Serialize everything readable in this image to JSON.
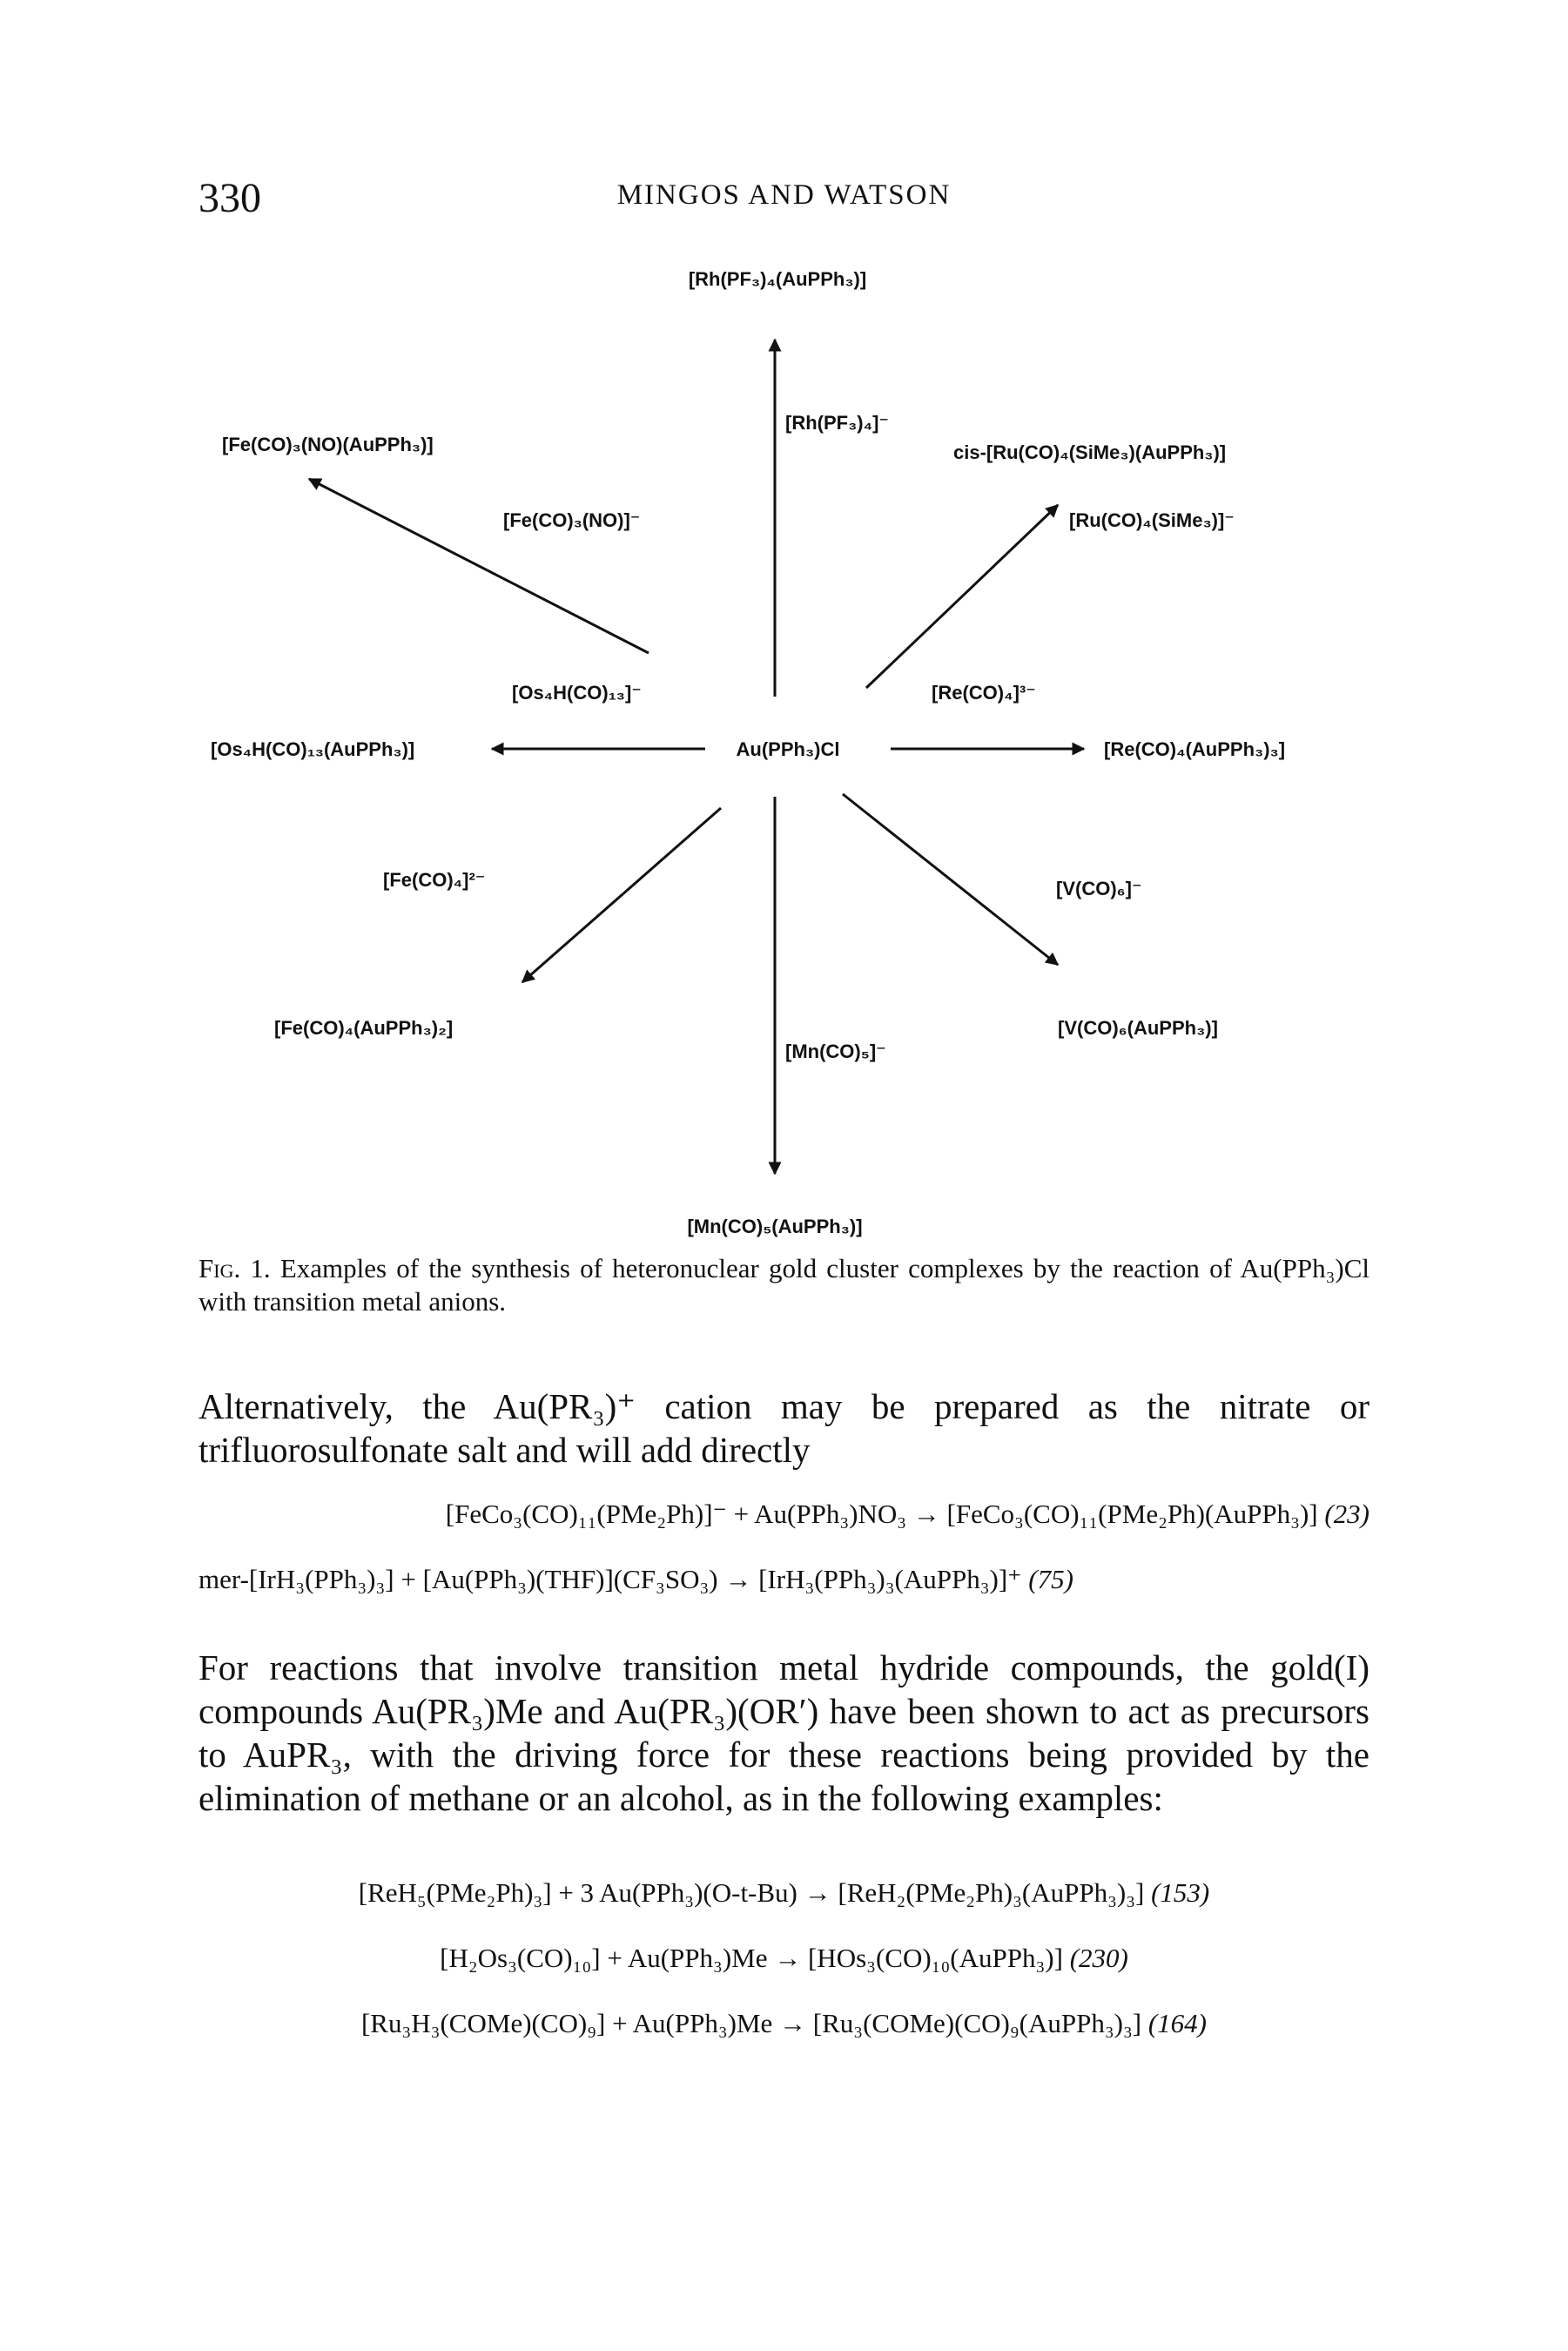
{
  "header": {
    "page_number": "330",
    "running_head": "MINGOS AND WATSON"
  },
  "figure": {
    "center": "Au(PPh₃)Cl",
    "top_product": "[Rh(PF₃)₄(AuPPh₃)]",
    "top_reagent": "[Rh(PF₃)₄]⁻",
    "top_left_product": "[Fe(CO)₃(NO)(AuPPh₃)]",
    "top_left_reagent": "[Fe(CO)₃(NO)]⁻",
    "top_right_product": "cis-[Ru(CO)₄(SiMe₃)(AuPPh₃)]",
    "top_right_reagent": "[Ru(CO)₄(SiMe₃)]⁻",
    "left_product": "[Os₄H(CO)₁₃(AuPPh₃)]",
    "left_reagent": "[Os₄H(CO)₁₃]⁻",
    "right_product": "[Re(CO)₄(AuPPh₃)₃]",
    "right_reagent": "[Re(CO)₄]³⁻",
    "bottom_left_product": "[Fe(CO)₄(AuPPh₃)₂]",
    "bottom_left_reagent": "[Fe(CO)₄]²⁻",
    "bottom_right_product": "[V(CO)₆(AuPPh₃)]",
    "bottom_right_reagent": "[V(CO)₆]⁻",
    "bottom_product": "[Mn(CO)₅(AuPPh₃)]",
    "bottom_reagent": "[Mn(CO)₅]⁻"
  },
  "caption": {
    "label": "Fig. 1.",
    "text": "Examples of the synthesis of heteronuclear gold cluster complexes by the reaction of Au(PPh₃)Cl with transition metal anions."
  },
  "body": {
    "para1": "Alternatively, the Au(PR₃)⁺ cation may be prepared as the nitrate or trifluorosulfonate salt and will add directly",
    "eq1": "[FeCo₃(CO)₁₁(PMe₂Ph)]⁻ + Au(PPh₃)NO₃ → [FeCo₃(CO)₁₁(PMe₂Ph)(AuPPh₃)]",
    "eq1_ref": "(23)",
    "eq2": "mer-[IrH₃(PPh₃)₃] + [Au(PPh₃)(THF)](CF₃SO₃) → [IrH₃(PPh₃)₃(AuPPh₃)]⁺",
    "eq2_ref": "(75)",
    "para2": "For reactions that involve transition metal hydride compounds, the gold(I) compounds Au(PR₃)Me and Au(PR₃)(OR′) have been shown to act as precursors to AuPR₃, with the driving force for these reactions being provided by the elimination of methane or an alcohol, as in the following examples:",
    "eq3": "[ReH₅(PMe₂Ph)₃] + 3 Au(PPh₃)(O-t-Bu) → [ReH₂(PMe₂Ph)₃(AuPPh₃)₃]",
    "eq3_ref": "(153)",
    "eq4": "[H₂Os₃(CO)₁₀] + Au(PPh₃)Me → [HOs₃(CO)₁₀(AuPPh₃)]",
    "eq4_ref": "(230)",
    "eq5": "[Ru₃H₃(COMe)(CO)₉] + Au(PPh₃)Me → [Ru₃(COMe)(CO)₉(AuPPh₃)₃]",
    "eq5_ref": "(164)"
  }
}
